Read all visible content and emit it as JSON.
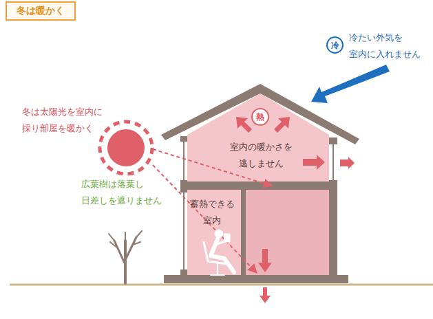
{
  "diagram": {
    "title": "冬は暖かく",
    "nodes": [
      {
        "text": [
          "冷"
        ]
      },
      {
        "text": [
          "熱"
        ]
      }
    ],
    "labels": [
      "冷たい外気を 室内に入れません",
      "冬は太陽光を室内に 採り部屋を暖かく",
      "室内の暖かさを 逃しません",
      "広葉樹は落葉し 日差しを遮りません",
      "蓄熱できる 室内"
    ]
  }
}
